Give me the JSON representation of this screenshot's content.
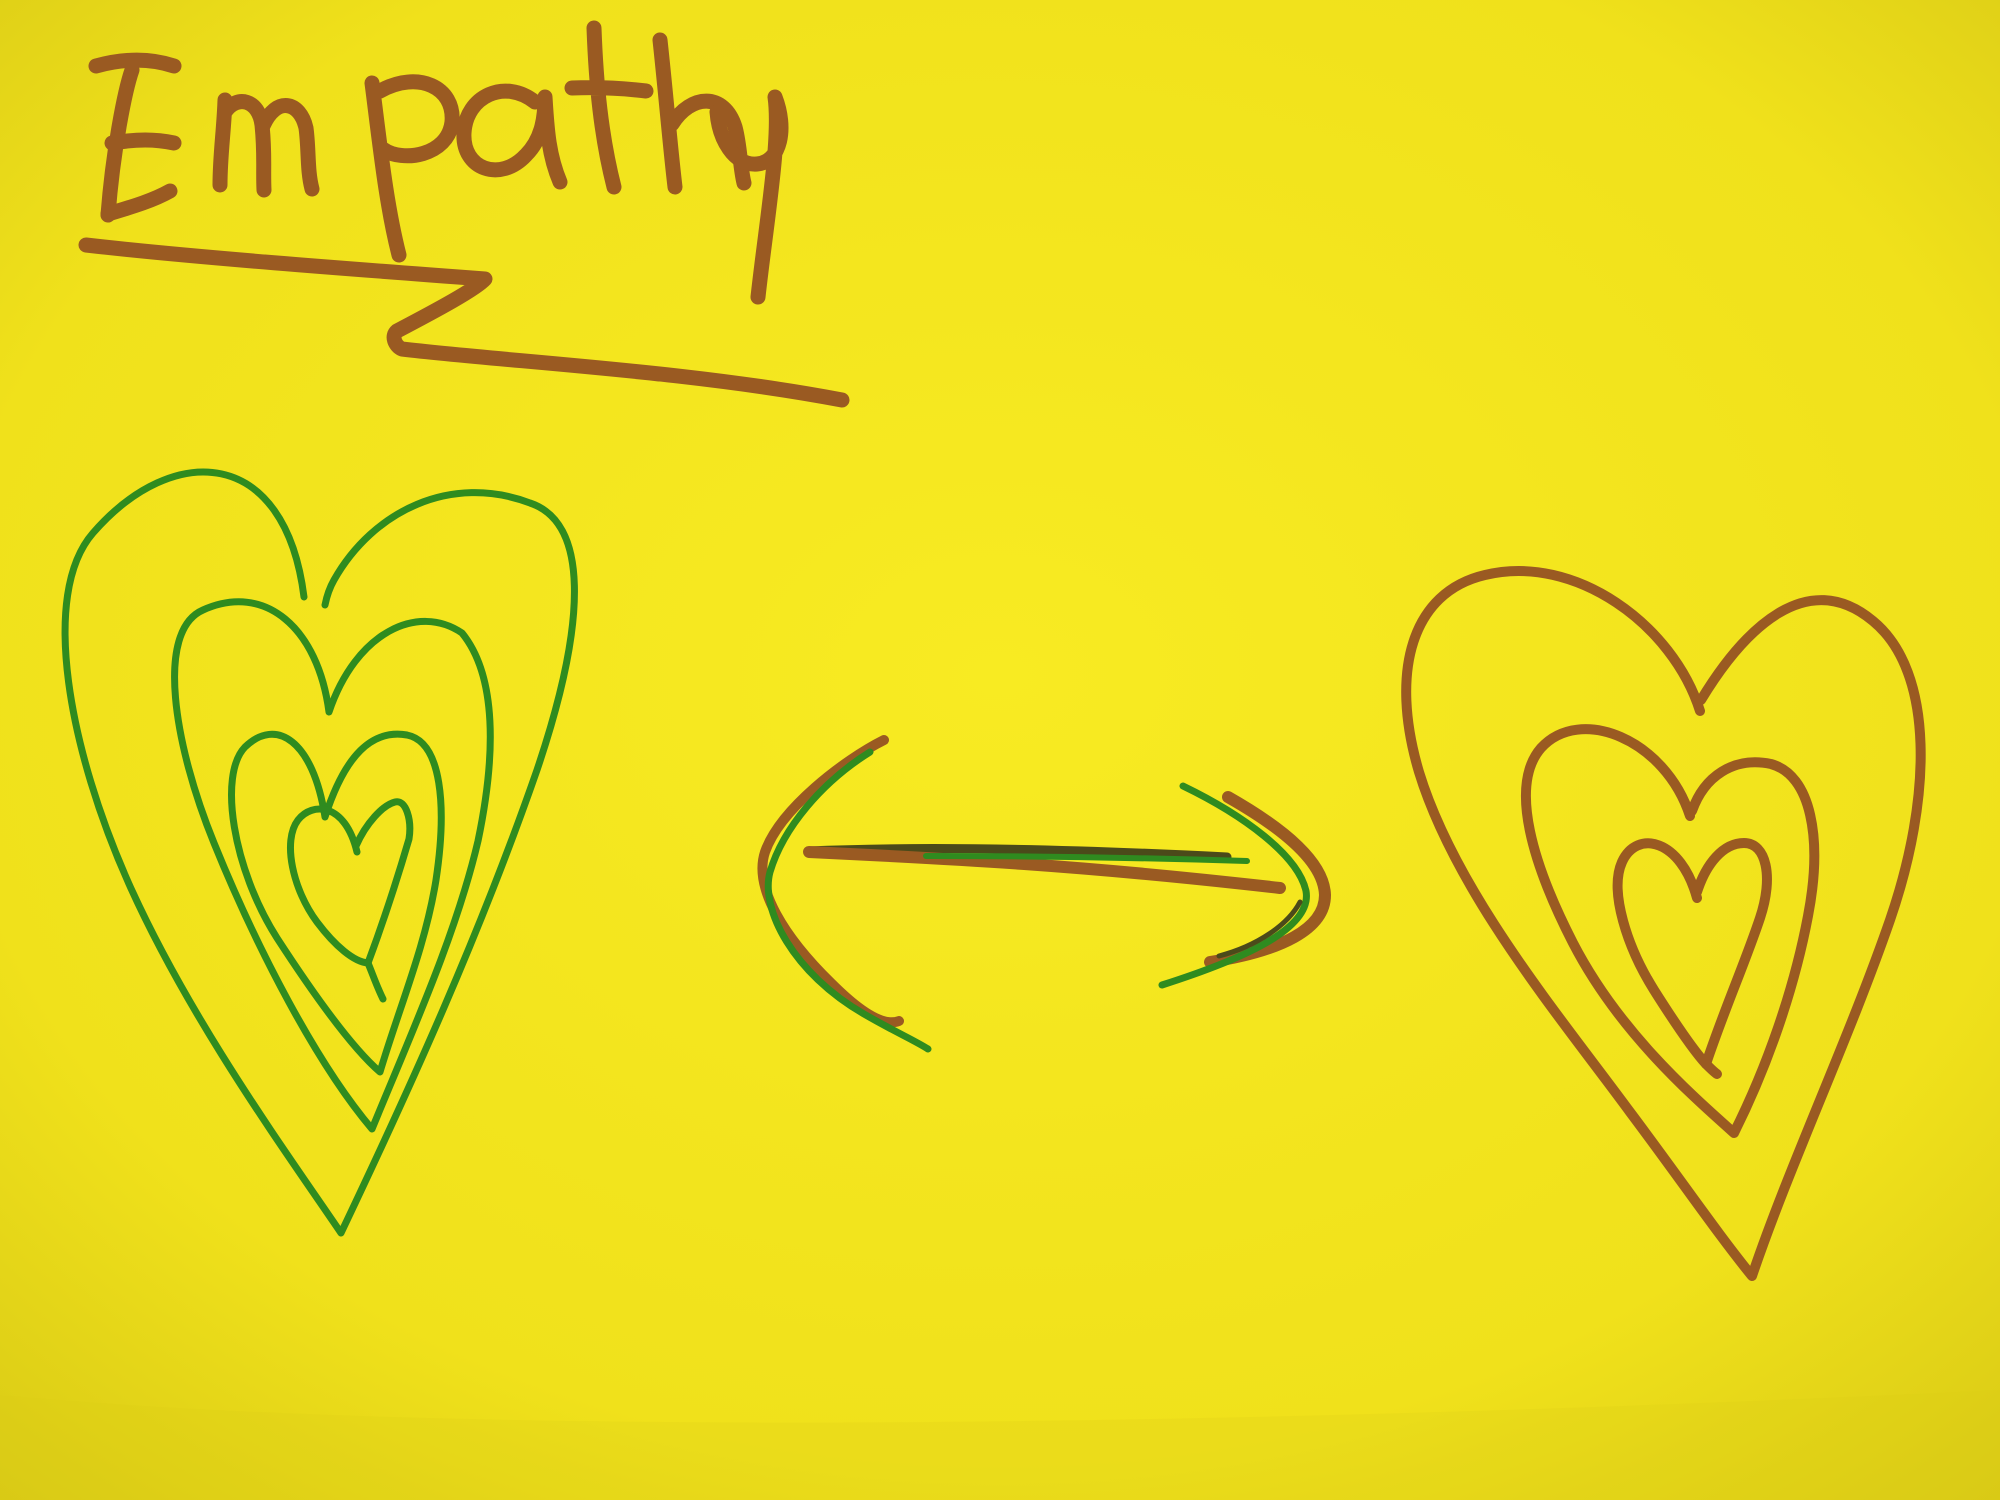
{
  "title": {
    "text": "Empathy"
  },
  "colors": {
    "paper": "#f2e41c",
    "brown_marker": "#9a5a22",
    "green_marker": "#2f8b1f",
    "dark_marker": "#4b4a1a"
  },
  "drawing": {
    "left_heart_color": "green",
    "right_heart_color": "brown",
    "arrow_colors": [
      "brown",
      "green"
    ]
  }
}
